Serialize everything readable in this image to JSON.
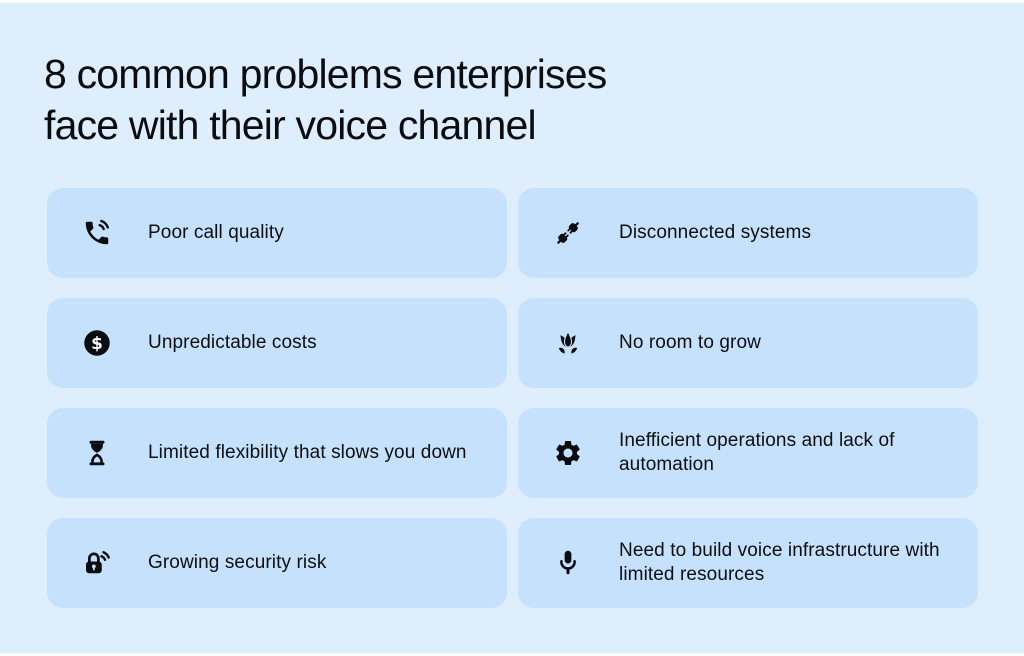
{
  "page": {
    "title_line1": "8 common problems enterprises",
    "title_line2": "face with their voice channel"
  },
  "colors": {
    "page_background": "#dfeefc",
    "card_background": "#c5e1fb",
    "text": "#0d0e12",
    "icon": "#0b0c10",
    "edge_strip": "#ffffff"
  },
  "cards": [
    {
      "label": "Poor call quality",
      "icon": "phone-volume-icon"
    },
    {
      "label": "Disconnected systems",
      "icon": "disconnected-plugs-icon"
    },
    {
      "label": "Unpredictable costs",
      "icon": "dollar-coin-icon"
    },
    {
      "label": "No room to grow",
      "icon": "lotus-icon"
    },
    {
      "label": "Limited flexibility that slows you down",
      "icon": "hourglass-icon"
    },
    {
      "label": "Inefficient operations and lack of automation",
      "icon": "gear-icon"
    },
    {
      "label": "Growing security risk",
      "icon": "lock-signal-icon"
    },
    {
      "label": "Need to build voice infrastructure with limited resources",
      "icon": "microphone-icon"
    }
  ]
}
